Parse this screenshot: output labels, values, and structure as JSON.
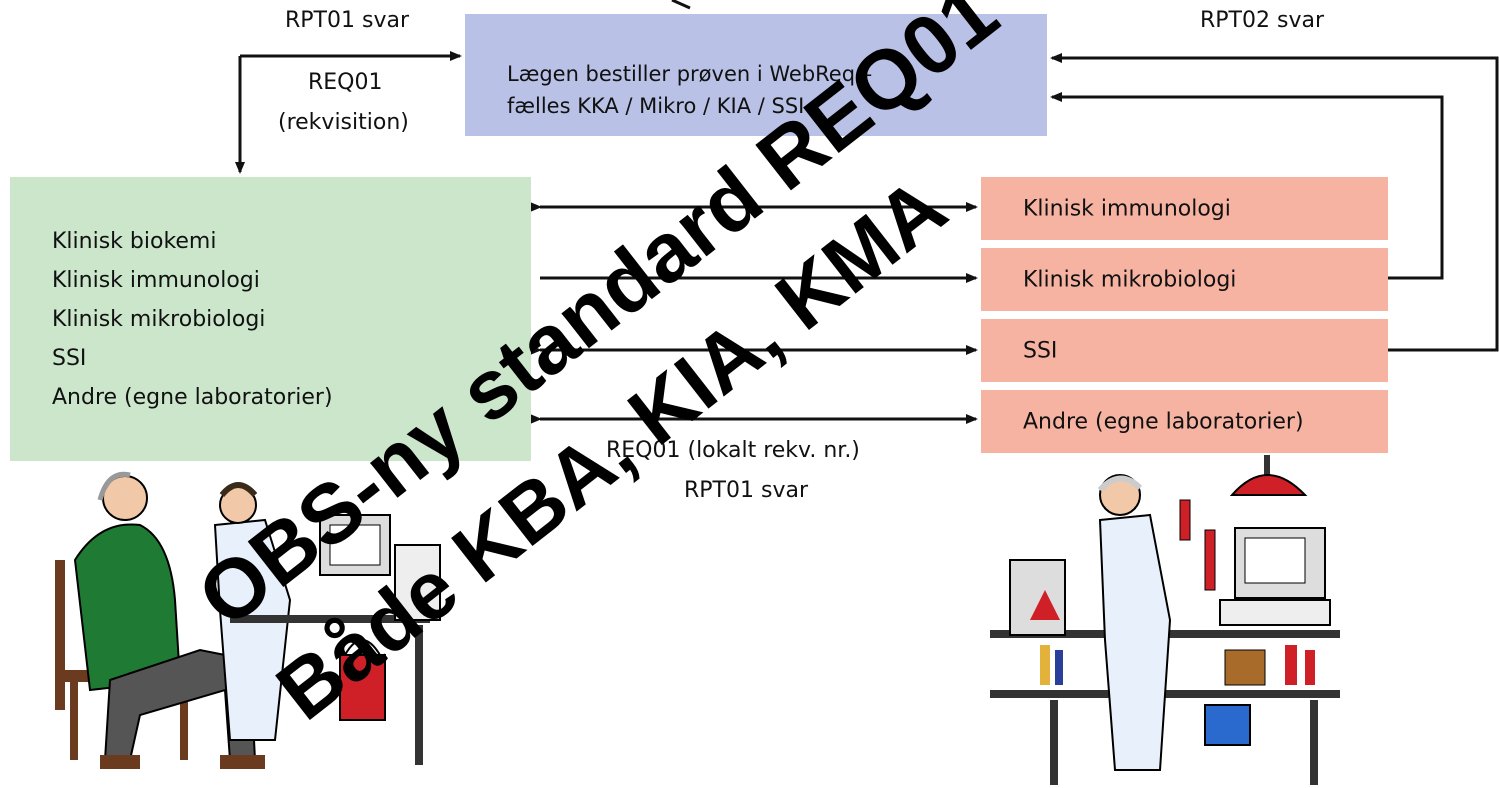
{
  "top_box": {
    "line1": "Lægen bestiller prøven i WebReq –",
    "line2": "fælles KKA / Mikro / KIA / SSI"
  },
  "left_box": {
    "items": [
      "Klinisk biokemi",
      "Klinisk immunologi",
      "Klinisk mikrobiologi",
      "SSI",
      "Andre (egne laboratorier)"
    ]
  },
  "right_boxes": [
    "Klinisk immunologi",
    "Klinisk mikrobiologi",
    "SSI",
    "Andre (egne laboratorier)"
  ],
  "labels": {
    "rpt01_top": "RPT01 svar",
    "req01": "REQ01",
    "rekvisition": "(rekvisition)",
    "rpt02": "RPT02 svar",
    "req01_lokalt": "REQ01 (lokalt rekv. nr.)",
    "rpt01_bottom": "RPT01 svar"
  },
  "overlay": {
    "line1": "OBS-ny standard REQ01",
    "line2": "Både KBA, KIA, KMA"
  },
  "colors": {
    "top_box": "#b9c2e6",
    "left_box": "#cce6cc",
    "right_box": "#f6b3a2"
  }
}
